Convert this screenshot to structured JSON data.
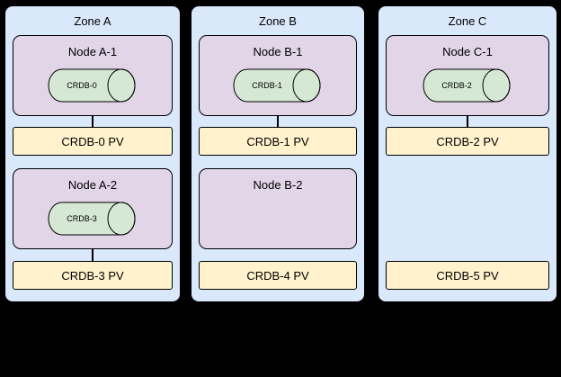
{
  "colors": {
    "background": "#000000",
    "zone_fill": "#dae8fc",
    "node_fill": "#e1d5e7",
    "cylinder_fill": "#d5e8d4",
    "pv_fill": "#fff2cc",
    "stroke": "#000000"
  },
  "zones": [
    {
      "title": "Zone A",
      "nodes": [
        {
          "title": "Node A-1",
          "cylinder": "CRDB-0"
        },
        {
          "title": "Node A-2",
          "cylinder": "CRDB-3"
        }
      ],
      "pvs": [
        "CRDB-0 PV",
        "CRDB-3 PV"
      ]
    },
    {
      "title": "Zone B",
      "nodes": [
        {
          "title": "Node B-1",
          "cylinder": "CRDB-1"
        },
        {
          "title": "Node B-2"
        }
      ],
      "pvs": [
        "CRDB-1 PV",
        "CRDB-4 PV"
      ]
    },
    {
      "title": "Zone C",
      "nodes": [
        {
          "title": "Node C-1",
          "cylinder": "CRDB-2"
        }
      ],
      "pvs": [
        "CRDB-2 PV",
        "CRDB-5 PV"
      ]
    }
  ]
}
